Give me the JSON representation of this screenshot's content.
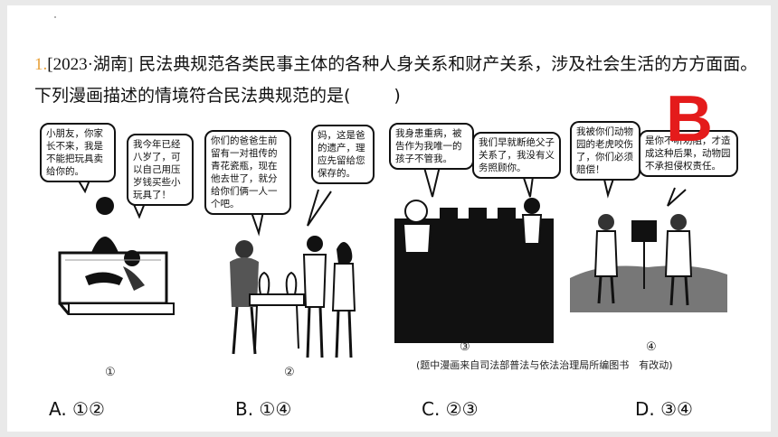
{
  "question": {
    "number": "1.",
    "source": "[2023·湖南]",
    "text": "民法典规范各类民事主体的各种人身关系和财产关系，涉及社会生活的方方面面。下列漫画描述的情境符合民法典规范的是(",
    "close_paren": ")"
  },
  "answer": "B",
  "comics": [
    {
      "label": "①",
      "bubble_a": "小朋友，你家长不来，我是不能把玩具卖给你的。",
      "bubble_b": "我今年已经八岁了，可以自己用压岁钱买些小玩具了！"
    },
    {
      "label": "②",
      "bubble_a": "你们的爸爸生前留有一对祖传的青花瓷瓶，现在他去世了，就分给你们俩一人一个吧。",
      "bubble_b": "妈，这是爸的遗产，理应先留给您保存的。"
    },
    {
      "label": "③",
      "bubble_a": "我身患重病，被告作为我唯一的孩子不管我。",
      "bubble_b": "我们早就断绝父子关系了，我没有义务照顾你。"
    },
    {
      "label": "④",
      "bubble_a": "我被你们动物园的老虎咬伤了，你们必须赔偿！",
      "bubble_b": "是你不听劝阻，才造成这种后果，动物园不承担侵权责任。"
    }
  ],
  "credit": "(题中漫画来自司法部普法与依法治理局所编图书　有改动)",
  "options": [
    "A. ①②",
    "B. ①④",
    "C. ②③",
    "D. ③④"
  ]
}
